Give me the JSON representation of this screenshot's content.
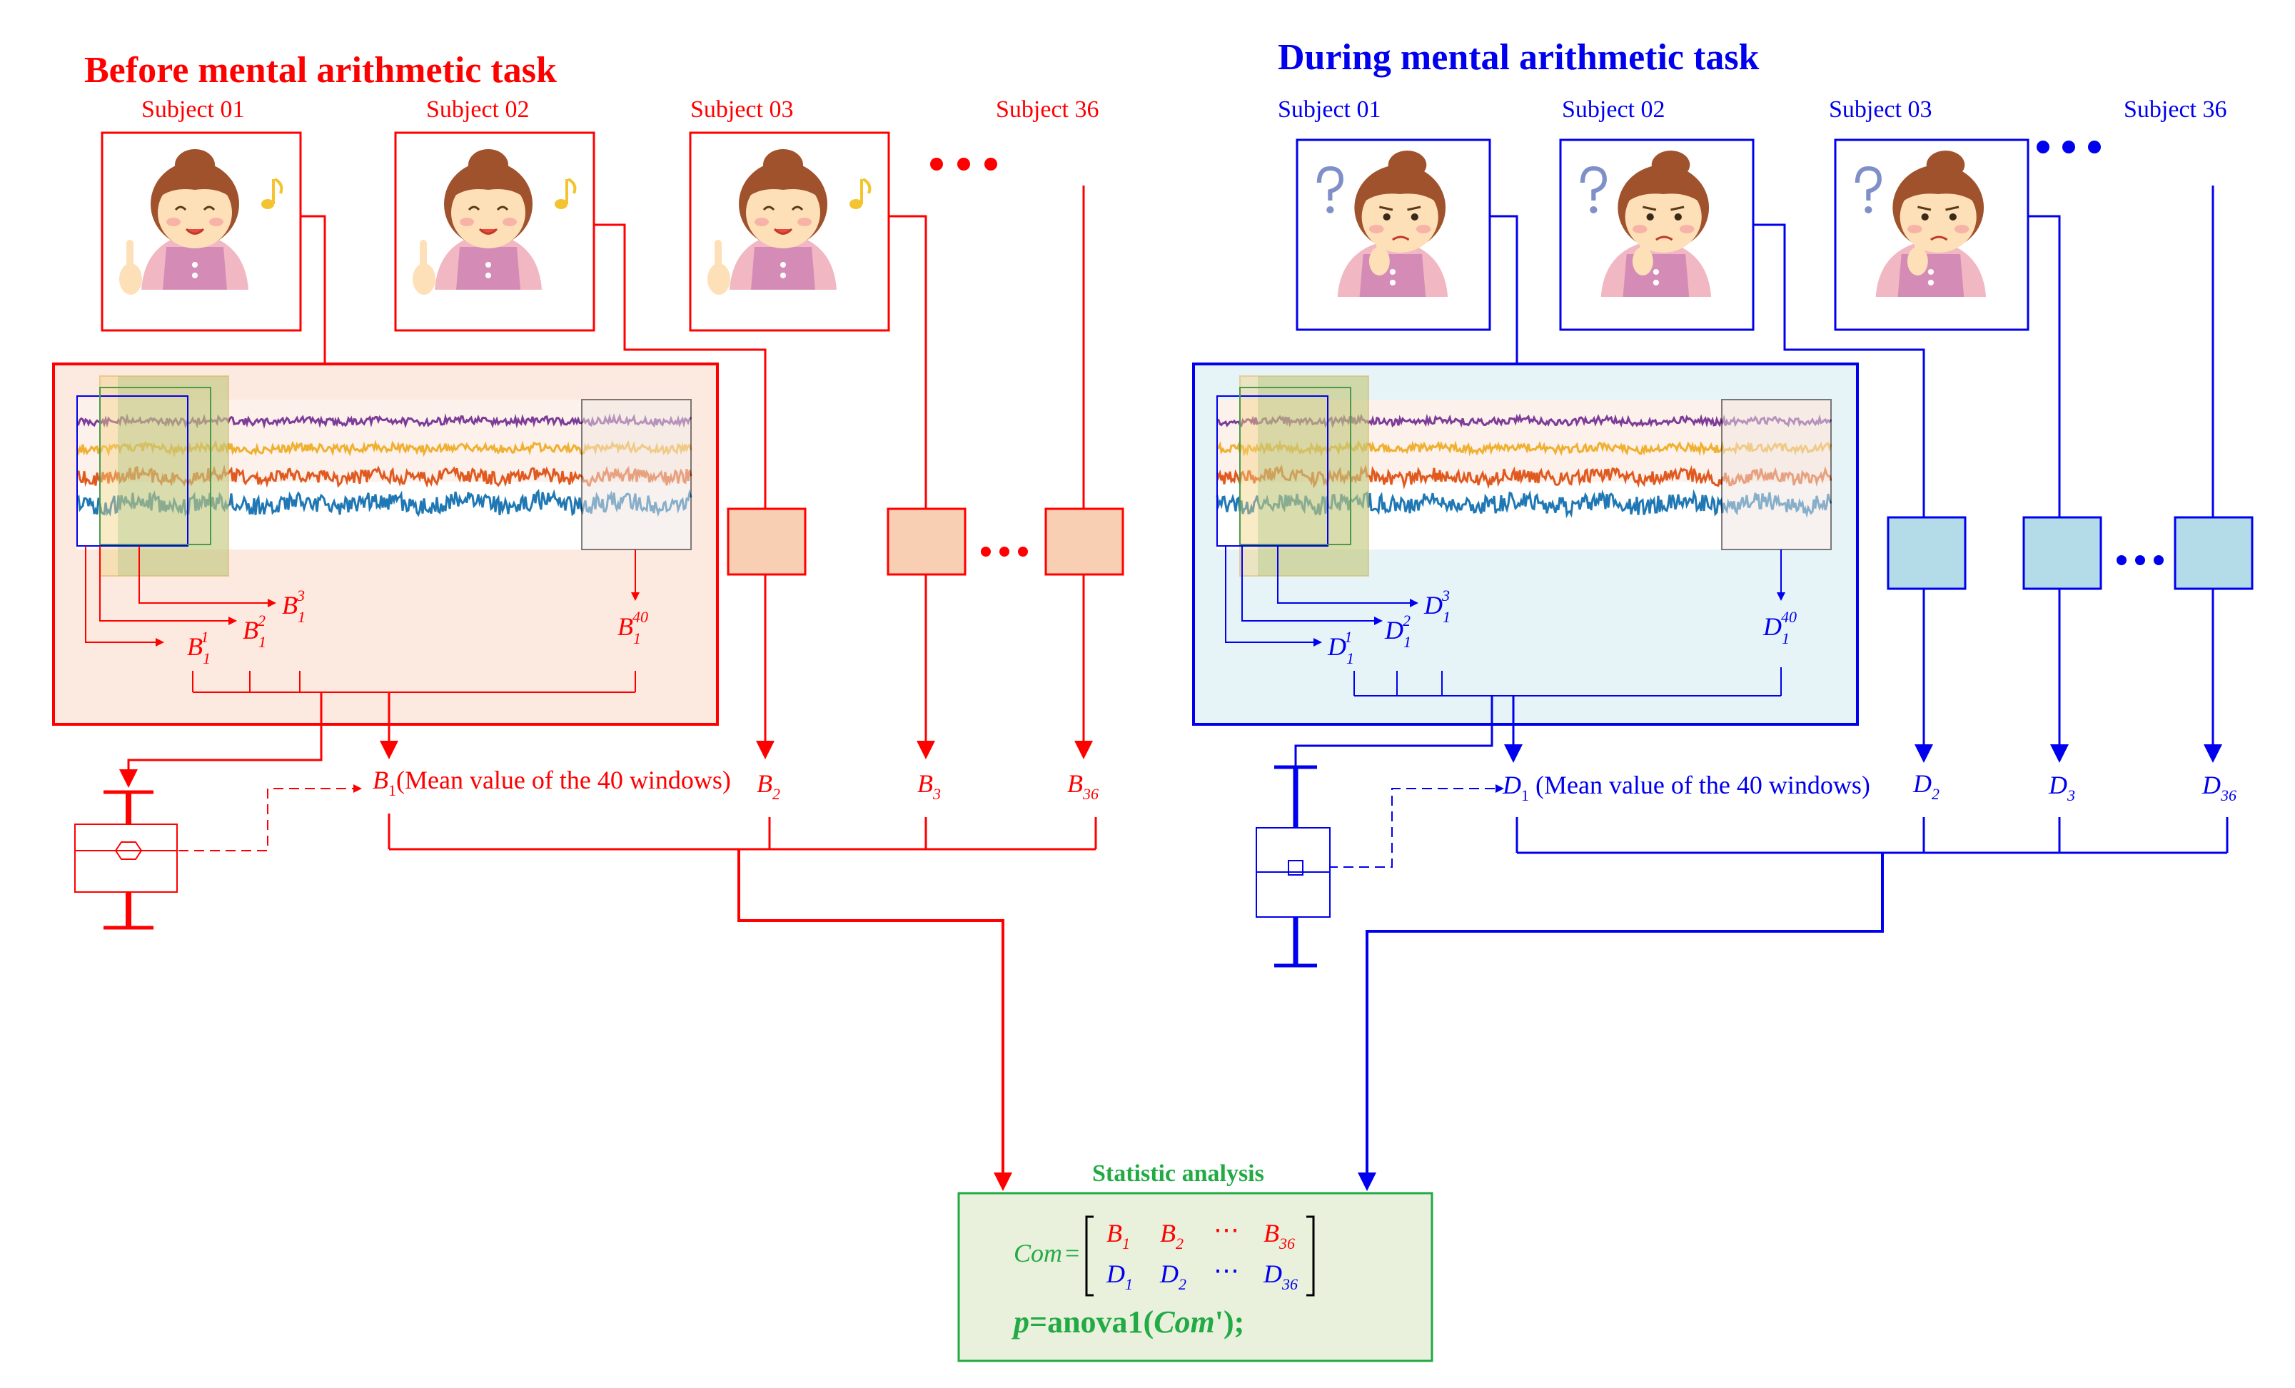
{
  "colors": {
    "before": "#ff0000",
    "during": "#0000ee",
    "stat": "#22aa44",
    "before_fill": "#fce9df",
    "during_fill": "#e6f3f7",
    "before_box": "#f9cfb4",
    "during_box": "#b3dbe8",
    "stat_fill": "#e9f0dc",
    "signal_purple": "#7d3c98",
    "signal_yellow": "#f0b030",
    "signal_orange": "#e05a20",
    "signal_blue": "#1f77b4"
  },
  "before": {
    "title": "Before mental arithmetic task",
    "subjects": [
      "Subject 01",
      "Subject 02",
      "Subject 03",
      "Subject 36"
    ],
    "expression": "happy",
    "window_labels": {
      "base": "B",
      "sub": "1",
      "sups": [
        "1",
        "2",
        "3",
        "40"
      ]
    },
    "mean_label": {
      "base": "B",
      "sub": "1",
      "text": "(Mean value of the 40 windows)"
    },
    "others": [
      {
        "base": "B",
        "sub": "2"
      },
      {
        "base": "B",
        "sub": "3"
      },
      {
        "base": "B",
        "sub": "36"
      }
    ]
  },
  "during": {
    "title": "During mental arithmetic task",
    "subjects": [
      "Subject 01",
      "Subject 02",
      "Subject 03",
      "Subject 36"
    ],
    "expression": "confused",
    "window_labels": {
      "base": "D",
      "sub": "1",
      "sups": [
        "1",
        "2",
        "3",
        "40"
      ]
    },
    "mean_label": {
      "base": "D",
      "sub": "1",
      "text": " (Mean value of the 40 windows)"
    },
    "others": [
      {
        "base": "D",
        "sub": "2"
      },
      {
        "base": "D",
        "sub": "3"
      },
      {
        "base": "D",
        "sub": "36"
      }
    ]
  },
  "stat": {
    "title": "Statistic analysis",
    "com_label": "Com",
    "equals": "=",
    "row1": [
      {
        "base": "B",
        "sub": "1"
      },
      {
        "base": "B",
        "sub": "2"
      },
      {
        "dots": "⋯"
      },
      {
        "base": "B",
        "sub": "36"
      }
    ],
    "row2": [
      {
        "base": "D",
        "sub": "1"
      },
      {
        "base": "D",
        "sub": "2"
      },
      {
        "dots": "⋯"
      },
      {
        "base": "D",
        "sub": "36"
      }
    ],
    "formula": {
      "p": "p",
      "eq": "=anova1(",
      "com": "Com",
      "tail": "');"
    }
  }
}
